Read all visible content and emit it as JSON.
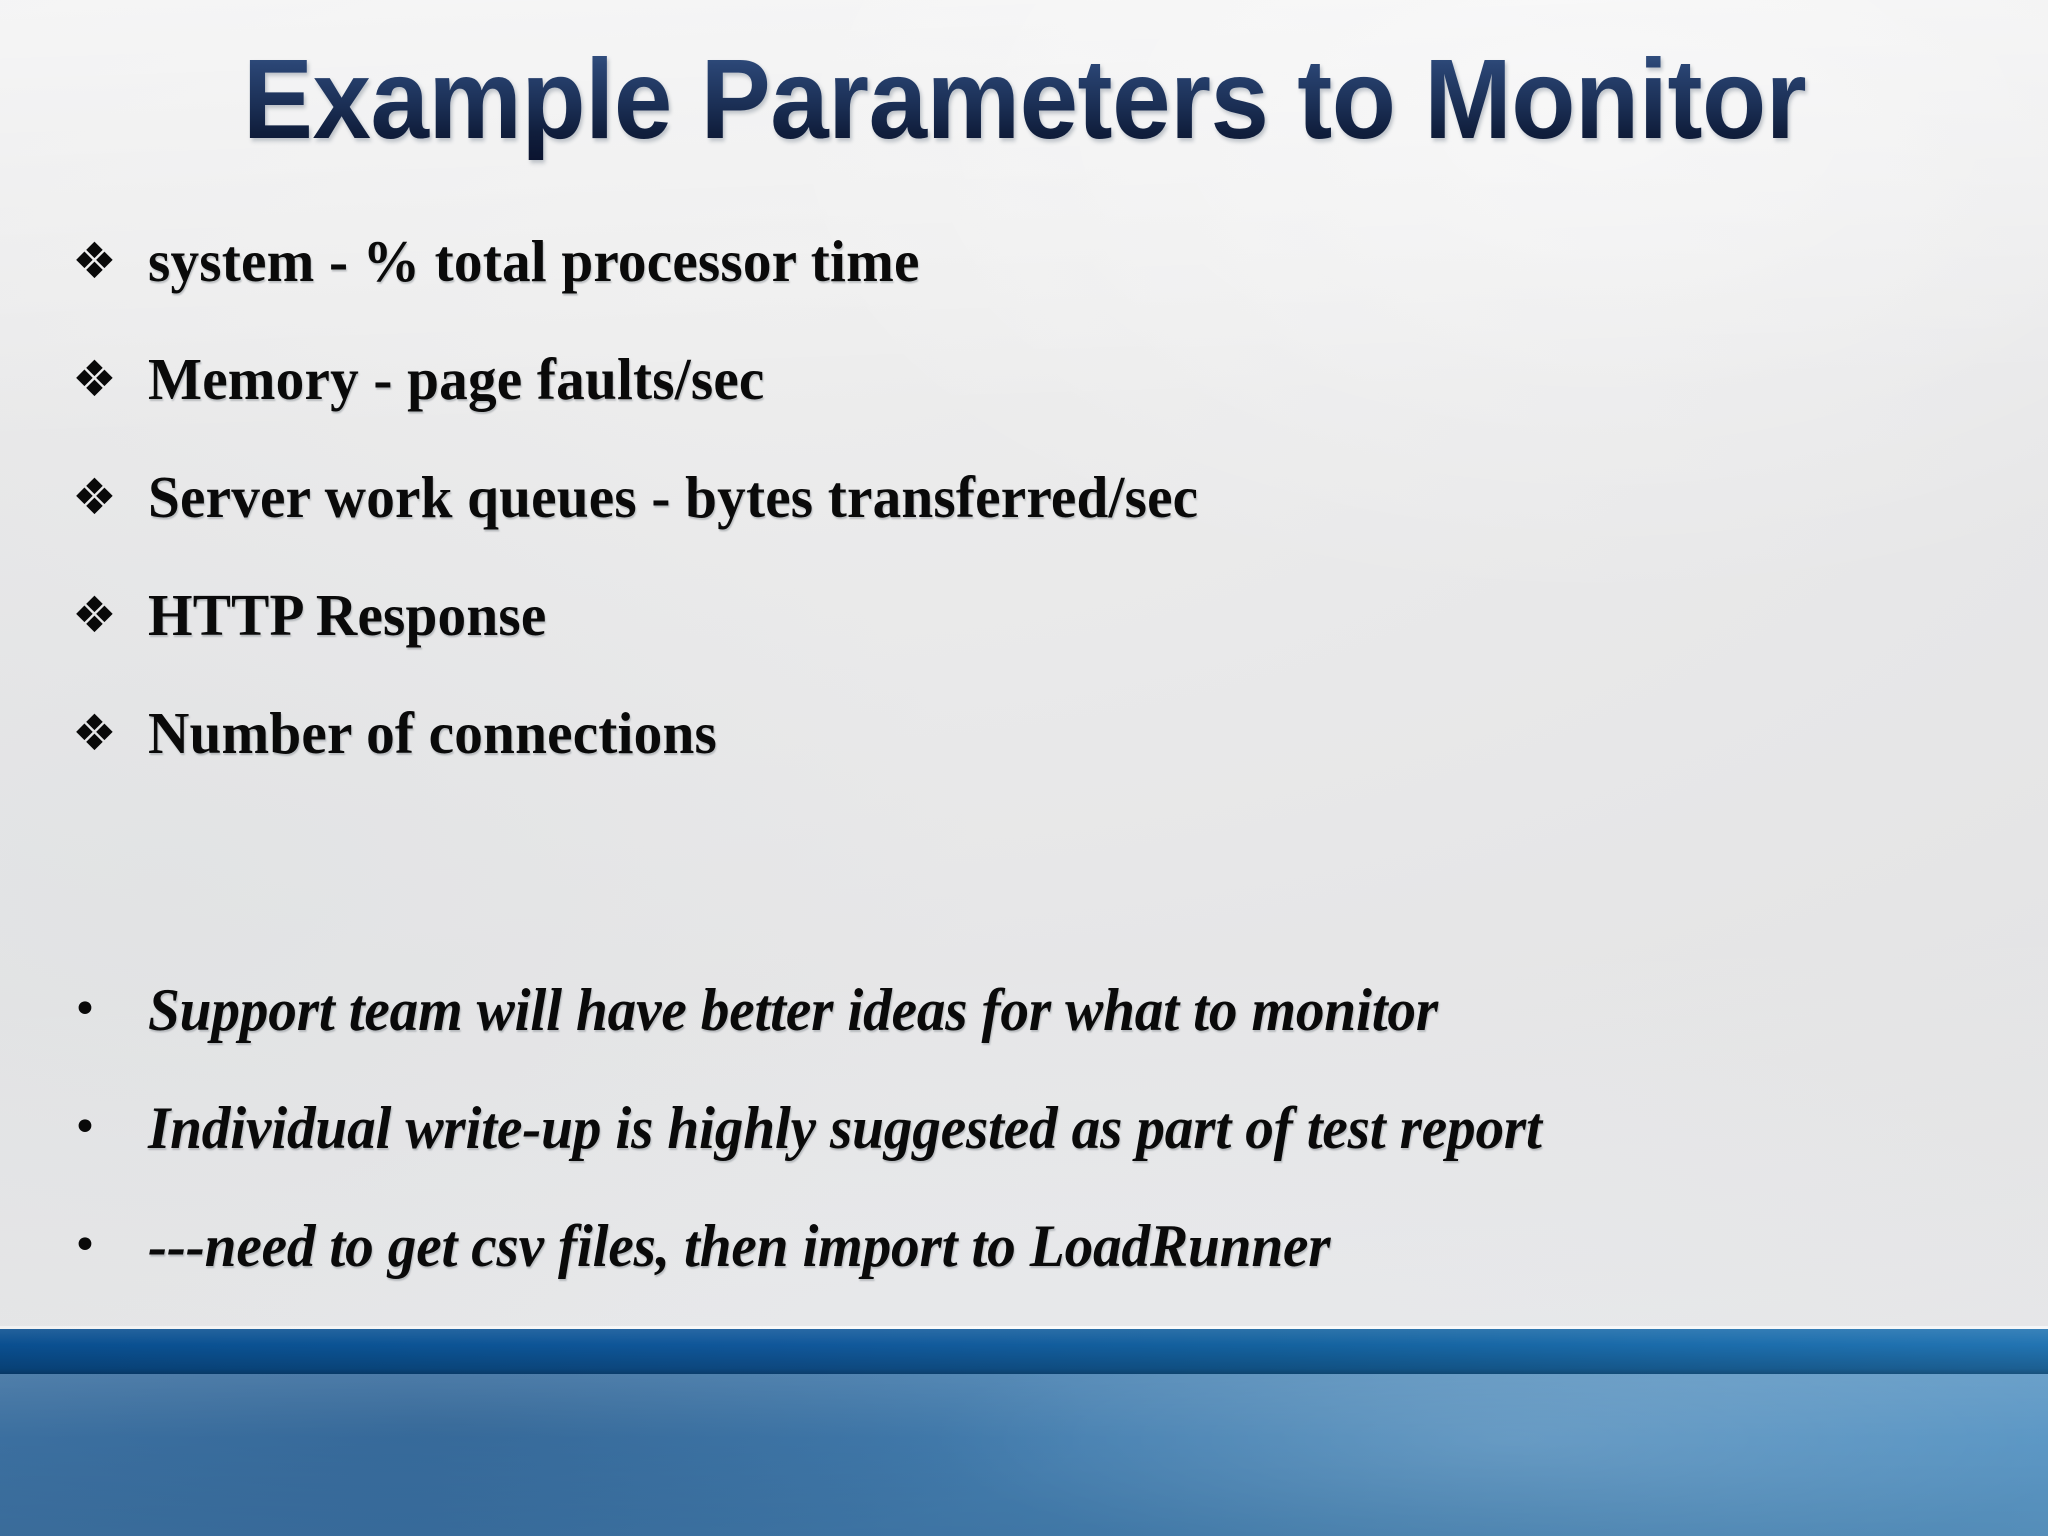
{
  "slide": {
    "title": "Example Parameters to Monitor",
    "background_color": "#e7e7e8",
    "title_color_top": "#3d5d8e",
    "title_color_bottom": "#0b1430",
    "body_text_color": "#0a0a0a"
  },
  "bullets": {
    "marker_glyph": "❖",
    "items": [
      {
        "text": "system  - % total processor time"
      },
      {
        "text": "Memory - page faults/sec"
      },
      {
        "text": "Server work queues - bytes transferred/sec"
      },
      {
        "text": "HTTP Response"
      },
      {
        "text": "Number of connections"
      }
    ]
  },
  "notes": {
    "marker_glyph": "•",
    "items": [
      {
        "text": "Support team will have better ideas for what to monitor"
      },
      {
        "text": "Individual write-up is highly suggested as part of test report"
      },
      {
        "text": "---need to get csv files, then import to LoadRunner"
      }
    ]
  },
  "footer": {
    "band_dark_color": "#0a4f90",
    "band_dark_color_right": "#2274b2",
    "band_light_color": "#3d72a3",
    "band_light_color_right": "#5a96c4"
  }
}
